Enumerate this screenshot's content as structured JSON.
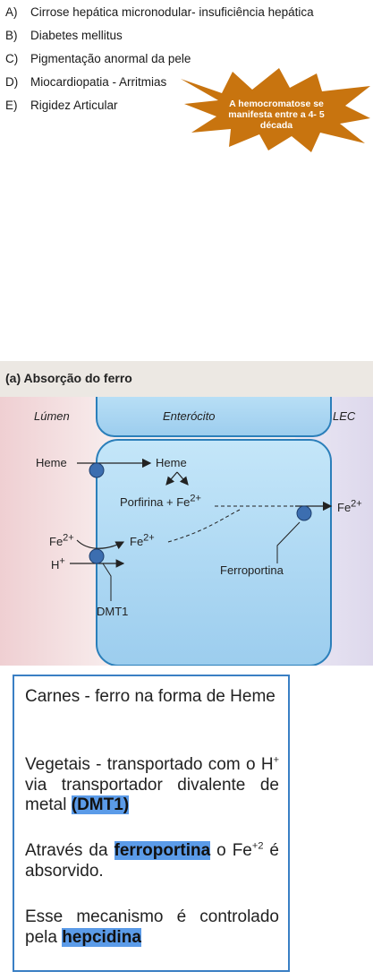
{
  "options": [
    {
      "letter": "A)",
      "text": "Cirrose hepática micronodular- insuficiência hepática"
    },
    {
      "letter": "B)",
      "text": "Diabetes mellitus"
    },
    {
      "letter": "C)",
      "text": "Pigmentação anormal da pele"
    },
    {
      "letter": "D)",
      "text": "Miocardiopatia - Arritmias"
    },
    {
      "letter": "E)",
      "text": "Rigidez Articular"
    }
  ],
  "callout": {
    "lines": [
      "A hemocromatose  se",
      "manifesta entre a 4- 5",
      "década"
    ],
    "color": "#c8740f"
  },
  "figure": {
    "title": "(a) Absorção do ferro",
    "regions": {
      "lumen": "Lúmen",
      "enterocyte": "Enterócito",
      "lec": "LEC"
    },
    "labels": {
      "heme_left": "Heme",
      "heme_right": "Heme",
      "porphyrin": "Porfirina + Fe",
      "porphyrin_sup": "2+",
      "fe_left": "Fe",
      "fe_left_sup": "2+",
      "fe_mid": "Fe",
      "fe_mid_sup": "2+",
      "h_plus": "H",
      "h_plus_sup": "+",
      "fe_out": "Fe",
      "fe_out_sup": "2+",
      "ferroportin": "Ferroportina",
      "dmt1": "DMT1"
    },
    "colors": {
      "cell": "#a9d8f3",
      "cell_border": "#2b7fba",
      "transporter": "#3c6eb0",
      "lumen": "#f3e1e2",
      "lec": "#e3dff0"
    }
  },
  "textbox": {
    "p1": "Carnes  -  ferro  na  forma  de Heme",
    "p2_a": "Vegetais - transportado com o H",
    "p2_sup": "+",
    "p2_b": " via transportador divalente de metal ",
    "p2_hl": "(DMT1)",
    "p3_a": "Através da ",
    "p3_hl": "ferroportina",
    "p3_b": " o Fe",
    "p3_sup": "+2",
    "p3_c": " é absorvido.",
    "p4_a": "Esse mecanismo é controlado pela ",
    "p4_hl": "hepcidina",
    "border_color": "#3a7fc4",
    "highlight_color": "#5b9be8"
  }
}
